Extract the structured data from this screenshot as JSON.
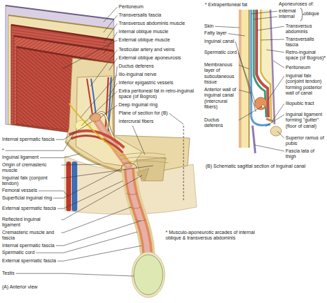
{
  "diagram": {
    "labels": [
      "Peritoneum",
      "Transversalis fascia",
      "Transversus abdominis muscle",
      "Internal oblique muscle",
      "External oblique muscle",
      "Testicular artery and veins",
      "External oblique aponeurosis",
      "Ductus deferens",
      "Ilio-inguinal nerve",
      "Inferior epigastric vessels",
      "Extra peritoneal fat in retro-inguinal space (of Bogros)",
      "Deep inguinal ring",
      "Plane of section for (B)",
      "Intercrural fibers",
      "Internal spermatic fascia",
      "*",
      "Inguinal ligament",
      "Origin of cremasteric muscle",
      "Inguinal falx (conjoint tendon)",
      "Femoral vessels",
      "Superficial inguinal ring",
      "External spermatic fascia",
      "Reflected inguinal ligament",
      "Cremasteric muscle and fascia",
      "Internal spermatic fascia",
      "Spermatic cord",
      "External spermatic fascia",
      "Testis",
      "(A) Anterior view",
      "* Musculo-aponeurotic arcades of internal oblique & transversus abdominis",
      "* Extraperitoneal fat",
      "Aponeuroses of:",
      "external",
      "internal",
      "oblique",
      "Skin",
      "Fatty layer",
      "Inguinal canal",
      "Spermatic cord",
      "Membranous layer of subcutaneous tissue",
      "Anterior wall of inguinal canal (intercrural fibers)",
      "Ductus deferens",
      "Transversus abdominis",
      "Transversalis fascia",
      "Retro-inguinal space (of Bogros)*",
      "Peritoneum",
      "Inguinal falx (conjoint tendon) forming posterior wall of canal",
      "Iliopubic tract",
      "Inguinal ligament forming \"gutter\" (floor of canal)",
      "Superior ramus of pubis",
      "Fascia lata of thigh",
      "(B) Schematic sagittal section of inguinal canal"
    ]
  }
}
